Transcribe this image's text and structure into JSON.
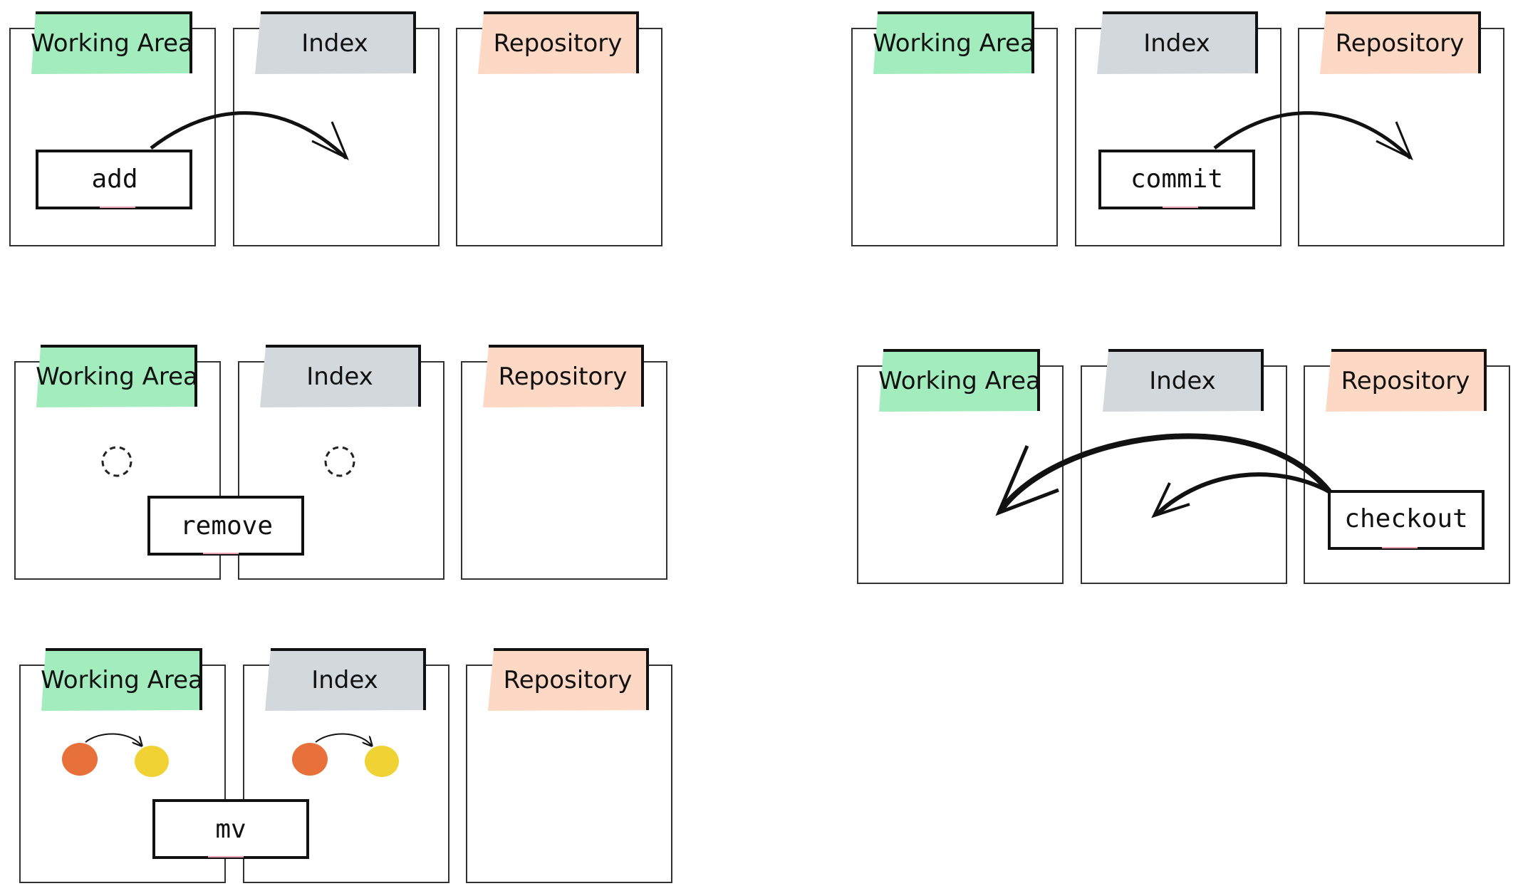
{
  "labels": {
    "working_area": "Working Area",
    "index": "Index",
    "repository": "Repository"
  },
  "colors": {
    "working_area": "#a3ecbe",
    "index": "#d3d8dc",
    "repository": "#fcd8c5",
    "orange_dot": "#e8703a",
    "yellow_dot": "#f1d235"
  },
  "diagrams": [
    {
      "id": "add",
      "command": "add"
    },
    {
      "id": "commit",
      "command": "commit"
    },
    {
      "id": "remove",
      "command": "remove"
    },
    {
      "id": "checkout",
      "command": "checkout"
    },
    {
      "id": "mv",
      "command": "mv"
    }
  ]
}
